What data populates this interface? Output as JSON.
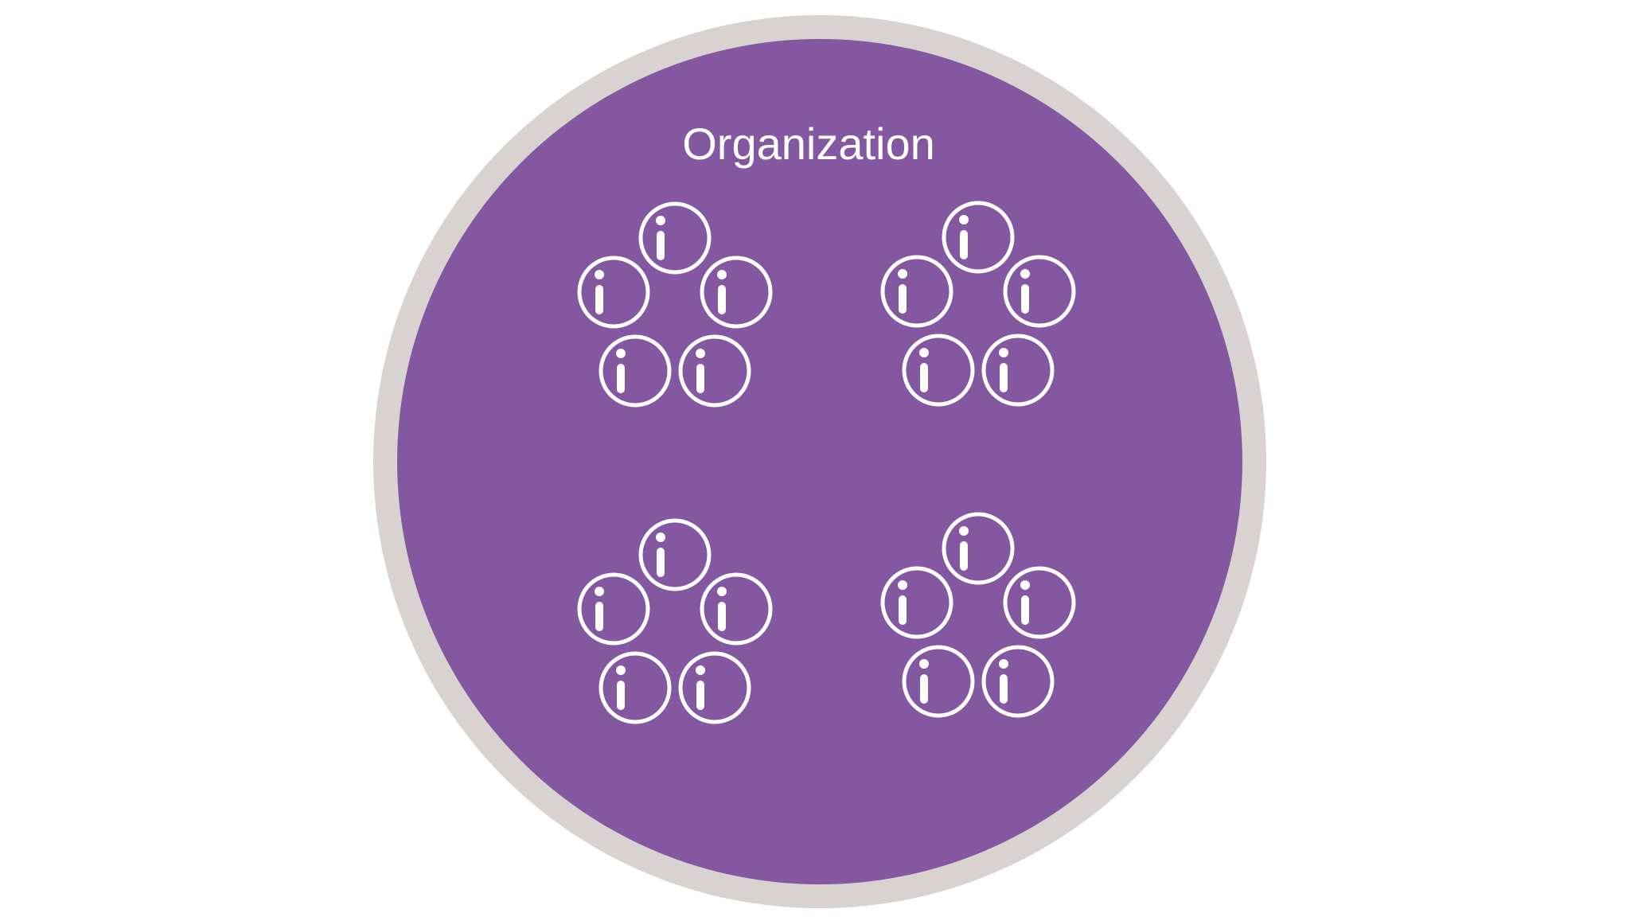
{
  "diagram": {
    "title": "Organization",
    "colors": {
      "background": "#ffffff",
      "outer_ring": "#d8d3d0",
      "organization_fill": "#8458a0",
      "icon_stroke": "#ffffff"
    },
    "icon_name": "info-person-icon",
    "groups": [
      {
        "name": "team-top-left",
        "members": 5
      },
      {
        "name": "team-top-right",
        "members": 5
      },
      {
        "name": "team-bottom-left",
        "members": 5
      },
      {
        "name": "team-bottom-right",
        "members": 5
      }
    ]
  }
}
